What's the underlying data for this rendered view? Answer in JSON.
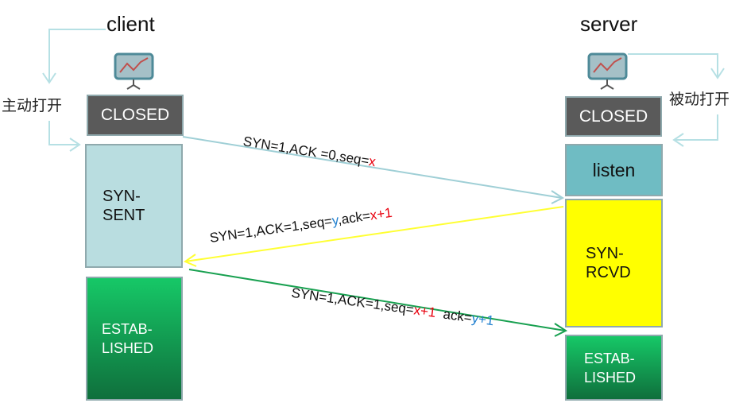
{
  "client": {
    "title": "client",
    "icon": "monitor-chart-icon",
    "side_label": "主动打开",
    "states": [
      "CLOSED",
      "SYN-\nSENT",
      "ESTAB-\nLISHED"
    ]
  },
  "server": {
    "title": "server",
    "icon": "monitor-chart-icon",
    "side_label": "被动打开",
    "states": [
      "CLOSED",
      "listen",
      "SYN-\nRCVD",
      "ESTAB-\nLISHED"
    ]
  },
  "colors": {
    "closed": "#5a5a5a",
    "syn_sent": "#b9dde0",
    "listen": "#6fbcc3",
    "syn_rcvd": "#ffff00",
    "established": "#16c867",
    "arrow1": "#9fcfd6",
    "arrow2": "#ffff33",
    "arrow3": "#18a050",
    "highlight_red": "#e8000e",
    "highlight_blue": "#1f7fcf"
  },
  "messages": [
    {
      "direction": "client-to-server",
      "prefix": "SYN=1,ACK =0,seq=",
      "seq": "x"
    },
    {
      "direction": "server-to-client",
      "prefix": "SYN=1,ACK=1,seq=",
      "seq": "y",
      "mid": ",ack=",
      "ack": "x+1"
    },
    {
      "direction": "client-to-server",
      "prefix": "SYN=1,ACK=1,seq=",
      "seq": "x+1",
      "mid": "  ack=",
      "ack": "y+1"
    }
  ]
}
